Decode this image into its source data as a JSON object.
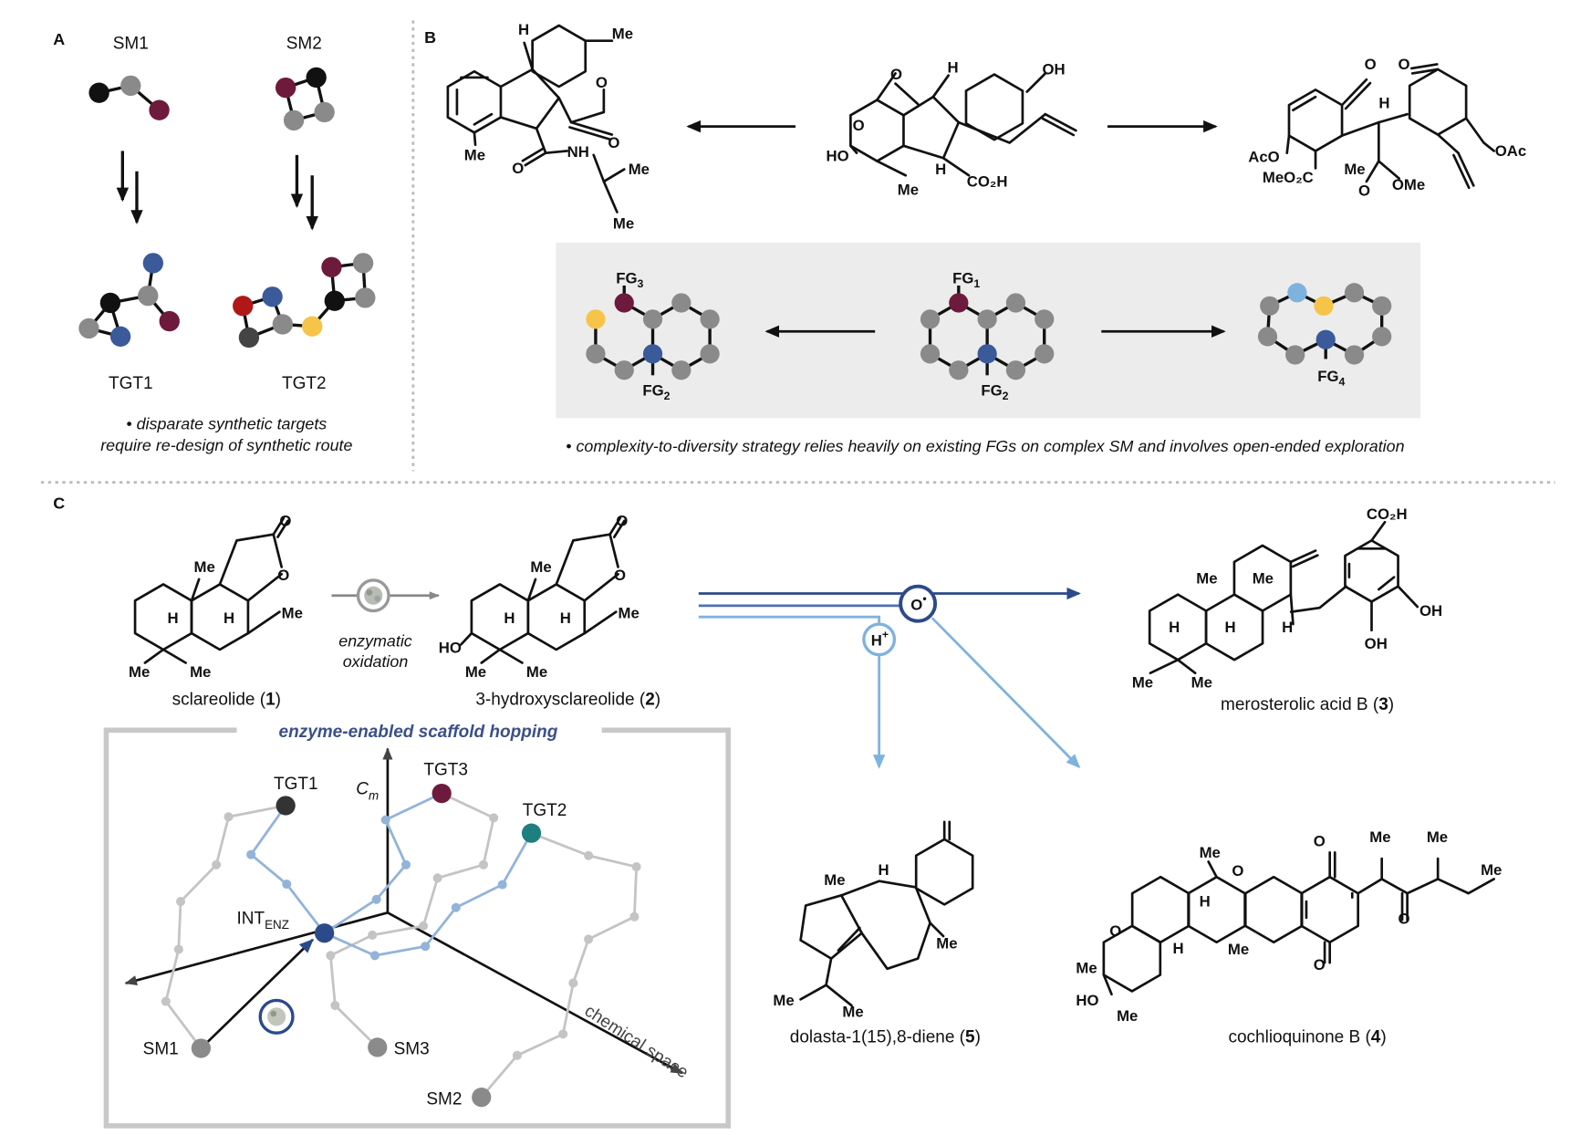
{
  "colors": {
    "maroon": "#6e1a3c",
    "blue": "#3a5a9a",
    "gray": "#8a8a8a",
    "black": "#111111",
    "yellow": "#f7c44a",
    "red": "#b01818",
    "dark_gray": "#444444",
    "teal": "#1f7f7f",
    "light_blue": "#7fb2df",
    "path_light_blue": "#93b4d8",
    "path_gray": "#c4c4c4",
    "enzyme_blue": "#2c4a8a",
    "box_gray": "#c8c8c8",
    "panel_bg": "#ececec"
  },
  "panel_a": {
    "label": "A",
    "sm1": "SM1",
    "sm2": "SM2",
    "tgt1": "TGT1",
    "tgt2": "TGT2",
    "caption_line1": "• disparate synthetic targets",
    "caption_line2": "require re-design of synthetic route"
  },
  "panel_b": {
    "label": "B",
    "left_atoms": [
      "H",
      "Me",
      "O",
      "O",
      "Me",
      "O",
      "NH",
      "Me",
      "Me"
    ],
    "center_atoms": [
      "O",
      "H",
      "OH",
      "O",
      "HO",
      "Me",
      "H",
      "CO₂H"
    ],
    "right_atoms": [
      "O",
      "O",
      "H",
      "AcO",
      "MeO₂C",
      "Me",
      "O",
      "OMe",
      "OAc"
    ],
    "fg": {
      "fg3": "FG",
      "fg3_sub": "3",
      "fg1": "FG",
      "fg1_sub": "1",
      "fg2_left": "FG",
      "fg2_left_sub": "2",
      "fg2_center": "FG",
      "fg2_center_sub": "2",
      "fg4": "FG",
      "fg4_sub": "4"
    },
    "caption": "• complexity-to-diversity strategy relies heavily on existing FGs on complex SM and involves open-ended exploration"
  },
  "panel_c": {
    "label": "C",
    "sclareolide_atoms": [
      "O",
      "O",
      "Me",
      "H",
      "H",
      "Me",
      "Me",
      "Me"
    ],
    "sclareolide_name": "sclareolide (",
    "sclareolide_num": "1",
    "hydroxy_atoms": [
      "O",
      "O",
      "Me",
      "H",
      "H",
      "Me",
      "Me",
      "Me",
      "HO"
    ],
    "hydroxy_name": "3-hydroxysclareolide (",
    "hydroxy_num": "2",
    "oxidation_line1": "enzymatic",
    "oxidation_line2": "oxidation",
    "radical_label": "O",
    "radical_sup": "•",
    "proton_label": "H",
    "proton_sup": "+",
    "merosterolic_atoms": [
      "CO₂H",
      "Me",
      "Me",
      "H",
      "H",
      "H",
      "OH",
      "OH",
      "Me",
      "Me"
    ],
    "merosterolic_name": "merosterolic acid B (",
    "merosterolic_num": "3",
    "dolasta_atoms": [
      "Me",
      "H",
      "Me",
      "Me",
      "Me"
    ],
    "dolasta_name": "dolasta-1(15),8-diene (",
    "dolasta_num": "5",
    "cochlio_atoms": [
      "Me",
      "O",
      "O",
      "Me",
      "Me",
      "Me",
      "O",
      "H",
      "O",
      "H",
      "Me",
      "O",
      "Me",
      "HO",
      "Me"
    ],
    "cochlio_name": "cochlioquinone B (",
    "cochlio_num": "4",
    "closing_paren": ")",
    "hopping": {
      "title": "enzyme-enabled scaffold hopping",
      "axis_label": "C",
      "axis_label_sub": "m",
      "axis_space": "chemical space",
      "tgt1": "TGT1",
      "tgt2": "TGT2",
      "tgt3": "TGT3",
      "int": "INT",
      "int_sub": "ENZ",
      "sm1": "SM1",
      "sm2": "SM2",
      "sm3": "SM3"
    }
  }
}
